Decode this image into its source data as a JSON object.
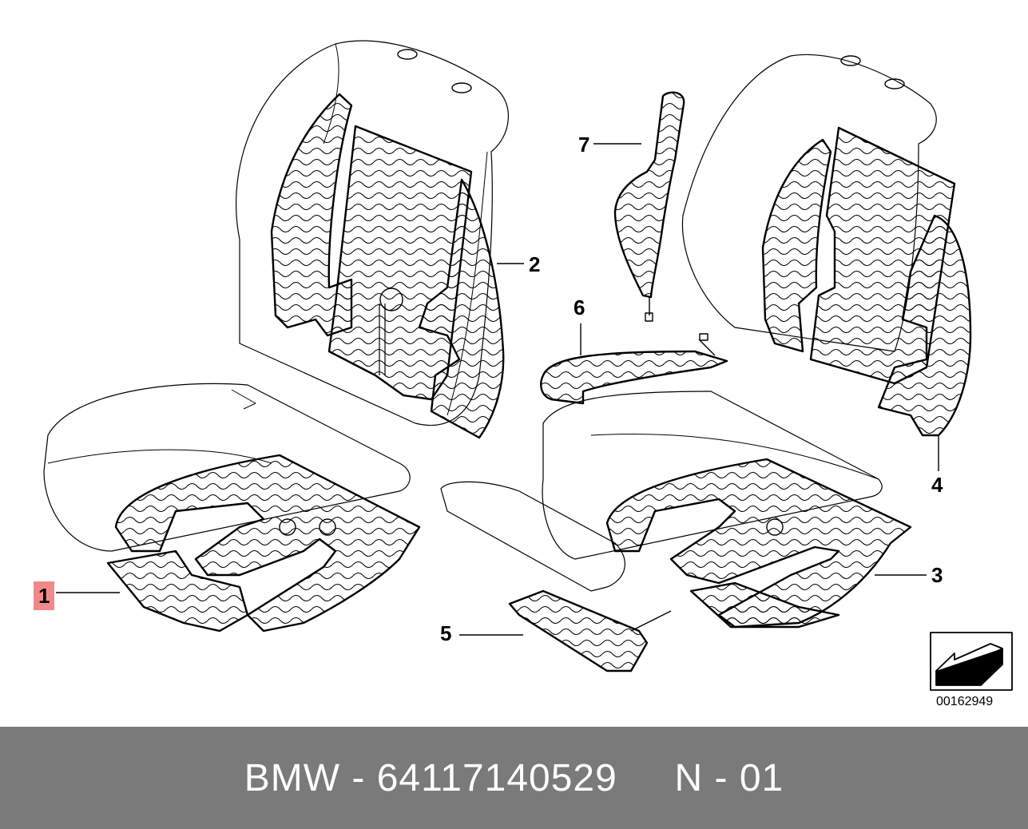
{
  "callouts": [
    {
      "id": "1",
      "label": "1",
      "highlighted": true
    },
    {
      "id": "2",
      "label": "2",
      "highlighted": false
    },
    {
      "id": "3",
      "label": "3",
      "highlighted": false
    },
    {
      "id": "4",
      "label": "4",
      "highlighted": false
    },
    {
      "id": "5",
      "label": "5",
      "highlighted": false
    },
    {
      "id": "6",
      "label": "6",
      "highlighted": false
    },
    {
      "id": "7",
      "label": "7",
      "highlighted": false
    }
  ],
  "catalog_number": "00162949",
  "footer": {
    "brand": "BMW",
    "separator": "-",
    "part_number": "64117140529",
    "note": "N - 01"
  },
  "colors": {
    "highlight": "#f08a8a",
    "footer_bg": "#7a7a7a",
    "footer_text": "#ffffff",
    "line": "#000000"
  },
  "icons": [
    "arrow-icon"
  ]
}
